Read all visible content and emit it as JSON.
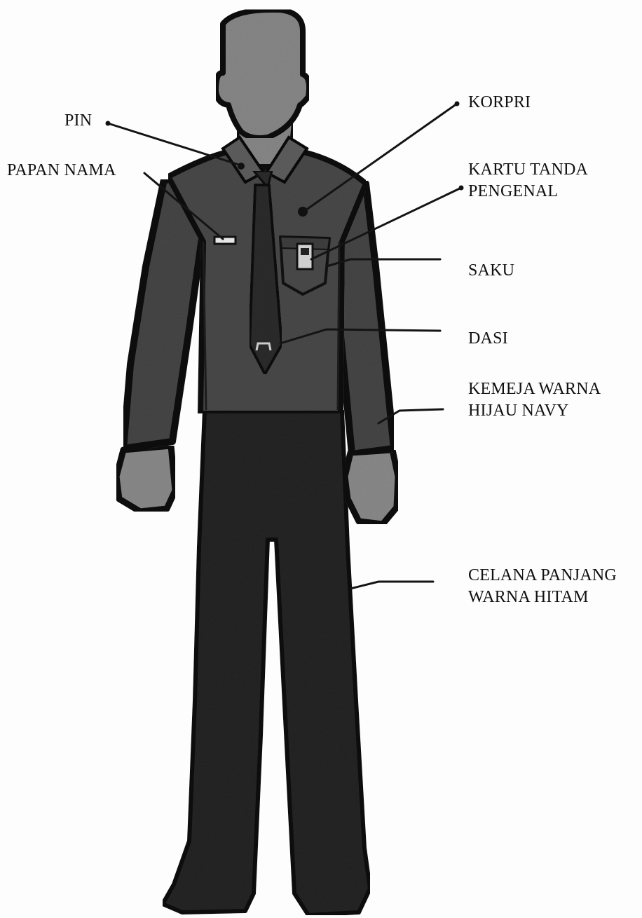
{
  "labels": {
    "pin": [
      "PIN"
    ],
    "papan_nama": [
      "PAPAN NAMA"
    ],
    "korpri": [
      "KORPRI"
    ],
    "kartu_tanda_pengenal": [
      "KARTU TANDA",
      "PENGENAL"
    ],
    "saku": [
      "SAKU"
    ],
    "dasi": [
      "DASI"
    ],
    "kemeja": [
      "KEMEJA WARNA",
      "HIJAU NAVY"
    ],
    "celana": [
      "CELANA PANJANG",
      "WARNA HITAM"
    ]
  },
  "colors": {
    "paper": "#fdfdfd",
    "ink": "#111111",
    "shirt": "#4a4a4a",
    "trousers": "#262626",
    "skin": "#8c8c8c",
    "tie": "#2c2c2c"
  }
}
